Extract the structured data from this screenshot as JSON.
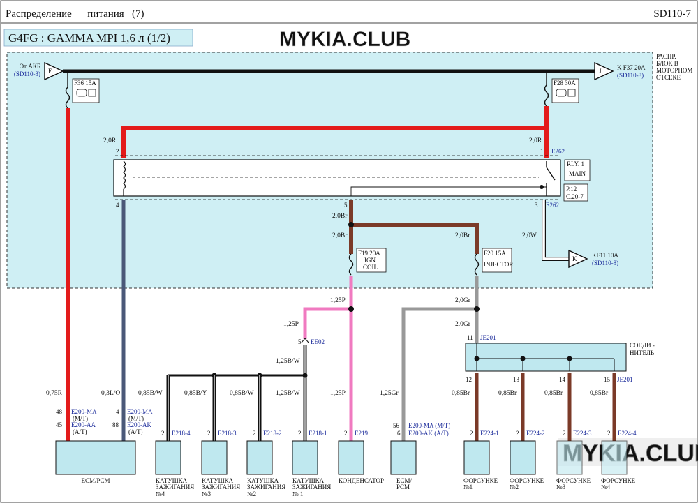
{
  "header": {
    "title_left": "Распределение      питания   (7)",
    "code": "SD110-7"
  },
  "engine_title": "G4FG : GAMMA MPI 1,6  л (1/2)",
  "watermark": "MYKIA.CLUB",
  "fuse_box_label": [
    "РАСПР.",
    "БЛОК  В",
    "МОТОРНОМ",
    "ОТСЕКЕ"
  ],
  "battery": {
    "label": "От АКБ",
    "ref": "(SD110-3)",
    "pin": "F"
  },
  "output_j": {
    "pin": "J",
    "label": "K F37 20A",
    "ref": "(SD110-8)"
  },
  "output_k": {
    "pin": "K",
    "label": "KF11 10A",
    "ref": "(SD110-8)"
  },
  "fuses": {
    "f36": "F36 15A",
    "f28": "F28 30A",
    "f19": [
      "F19 20A",
      "IGN",
      "COIL"
    ],
    "f20": [
      "F20 15A",
      "INJECTOR"
    ]
  },
  "relay": {
    "name": "RLY. 1",
    "label": "MAIN",
    "ref1": "P.12",
    "ref2": "C.20-7"
  },
  "wires": {
    "r2_left": "2,0R",
    "r2_right": "2,0R",
    "br5": "2,0Br",
    "br_mid": "2,0Br",
    "br_right": "2,0Br",
    "w_k": "2,0W",
    "p125": "1,25P",
    "p125_lower": "1,25P",
    "p125_cond": "1,25P",
    "gr2": "2,0Gr",
    "gr2_lower": "2,0Gr",
    "gr125": "1,25Gr",
    "bw125": "1,25B/W",
    "bw125_lower": "1,25B/W",
    "r075": "0,75R",
    "lo03": "0,3L/O",
    "bw085_1": "0,85B/W",
    "by085": "0,85B/Y",
    "bw085_3": "0,85B/W",
    "br085": "0,85Br"
  },
  "pins": {
    "e262_2": "2",
    "e262_1": "1",
    "e262_4": "4",
    "e262_3": "3",
    "e262_5": "5",
    "ee02": "5",
    "je201_11": "11",
    "je201_12": "12",
    "je201_13": "13",
    "je201_14": "14",
    "je201_15": "15",
    "ecm_48": "48",
    "ecm_45": "45",
    "ecm_4": "4",
    "ecm_88": "88",
    "ecm_56": "56",
    "ecm_6": "6",
    "two": "2"
  },
  "connectors": {
    "e262": "E262",
    "ee02": "EE02",
    "je201": "JE201",
    "e200ma": "E200-MA",
    "e200aa": "E200-AA",
    "e200ak": "E200-AK",
    "mt": "(M/T)",
    "at": "(A/T)",
    "e218_4": "E218-4",
    "e218_3": "E218-3",
    "e218_2": "E218-2",
    "e218_1": "E218-1",
    "e219": "E219",
    "e200ma_mt": "E200-MA (M/T)",
    "e200ak_at": "E200-AK (A/T)",
    "e224_1": "E224-1",
    "e224_2": "E224-2",
    "e224_3": "E224-3",
    "e224_4": "E224-4"
  },
  "joint": [
    "СОЕДИ -",
    "НИТЕЛЬ"
  ],
  "components": {
    "ecm_pcm": "ECM/PCM",
    "coil_word1": "КАТУШКА",
    "coil_word2": "ЗАЖИГАНИЯ",
    "coil4": "№4",
    "coil3": "№3",
    "coil2": "№2",
    "coil1": "№ 1",
    "condenser": "КОНДЕНСАТОР",
    "ecm2_a": "ECM/",
    "ecm2_b": "PCM",
    "injector": "ФОРСУНКЕ",
    "inj1": "№1",
    "inj2": "№2",
    "inj3": "№3",
    "inj4": "№4"
  },
  "colors": {
    "red": "#e31b1b",
    "blue_gray": "#4a5878",
    "brown": "#7b3a28",
    "pink": "#f07ac0",
    "gray": "#999999",
    "black": "#111111",
    "fuse_area": "#cfeff4",
    "connector_box": "#bfe8ef",
    "link_blue": "#1a2a9a"
  }
}
